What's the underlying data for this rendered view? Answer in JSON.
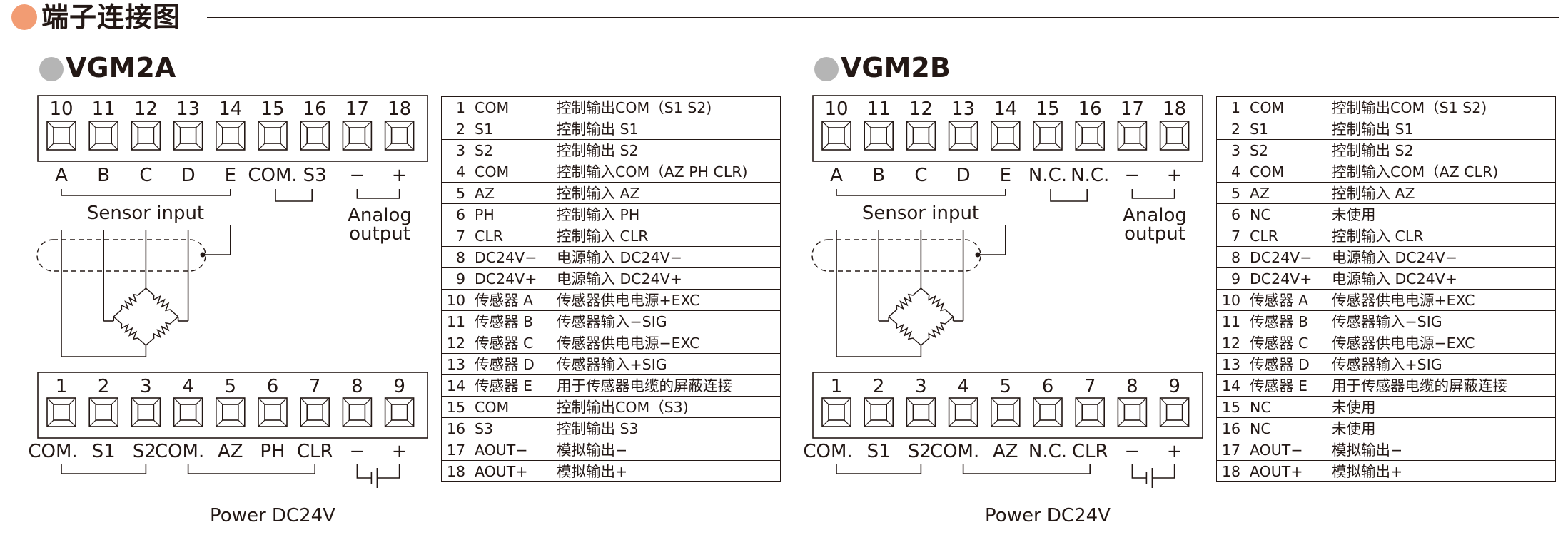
{
  "page": {
    "title": "端子连接图"
  },
  "panels": [
    {
      "model": "VGM2A",
      "top_terminals": [
        "10",
        "11",
        "12",
        "13",
        "14",
        "15",
        "16",
        "17",
        "18"
      ],
      "top_labels": [
        "A",
        "B",
        "C",
        "D",
        "E",
        "COM.",
        "S3",
        "−",
        "+"
      ],
      "sensor_label": "Sensor input",
      "analog_label_1": "Analog",
      "analog_label_2": "output",
      "bottom_terminals": [
        "1",
        "2",
        "3",
        "4",
        "5",
        "6",
        "7",
        "8",
        "9"
      ],
      "bottom_labels": [
        "COM.",
        "S1",
        "S2",
        "COM.",
        "AZ",
        "PH",
        "CLR",
        "−",
        "+"
      ],
      "power_label": "Power DC24V",
      "table": [
        [
          "1",
          "COM",
          "控制输出COM（S1 S2)"
        ],
        [
          "2",
          "S1",
          "控制输出 S1"
        ],
        [
          "3",
          "S2",
          "控制输出 S2"
        ],
        [
          "4",
          "COM",
          "控制输入COM（AZ PH CLR)"
        ],
        [
          "5",
          "AZ",
          "控制输入 AZ"
        ],
        [
          "6",
          "PH",
          "控制输入 PH"
        ],
        [
          "7",
          "CLR",
          "控制输入 CLR"
        ],
        [
          "8",
          "DC24V−",
          "电源输入 DC24V−"
        ],
        [
          "9",
          "DC24V+",
          "电源输入 DC24V+"
        ],
        [
          "10",
          "传感器 A",
          "传感器供电电源+EXC"
        ],
        [
          "11",
          "传感器 B",
          "传感器输入−SIG"
        ],
        [
          "12",
          "传感器 C",
          "传感器供电电源−EXC"
        ],
        [
          "13",
          "传感器 D",
          "传感器输入+SIG"
        ],
        [
          "14",
          "传感器 E",
          "用于传感器电缆的屏蔽连接"
        ],
        [
          "15",
          "COM",
          "控制输出COM（S3)"
        ],
        [
          "16",
          "S3",
          "控制输出 S3"
        ],
        [
          "17",
          "AOUT−",
          "模拟输出−"
        ],
        [
          "18",
          "AOUT+",
          "模拟输出+"
        ]
      ]
    },
    {
      "model": "VGM2B",
      "top_terminals": [
        "10",
        "11",
        "12",
        "13",
        "14",
        "15",
        "16",
        "17",
        "18"
      ],
      "top_labels": [
        "A",
        "B",
        "C",
        "D",
        "E",
        "N.C.",
        "N.C.",
        "−",
        "+"
      ],
      "sensor_label": "Sensor input",
      "analog_label_1": "Analog",
      "analog_label_2": "output",
      "bottom_terminals": [
        "1",
        "2",
        "3",
        "4",
        "5",
        "6",
        "7",
        "8",
        "9"
      ],
      "bottom_labels": [
        "COM.",
        "S1",
        "S2",
        "COM.",
        "AZ",
        "N.C.",
        "CLR",
        "−",
        "+"
      ],
      "power_label": "Power DC24V",
      "table": [
        [
          "1",
          "COM",
          "控制输出COM（S1 S2)"
        ],
        [
          "2",
          "S1",
          "控制输出 S1"
        ],
        [
          "3",
          "S2",
          "控制输出 S2"
        ],
        [
          "4",
          "COM",
          "控制输入COM（AZ CLR)"
        ],
        [
          "5",
          "AZ",
          "控制输入 AZ"
        ],
        [
          "6",
          "NC",
          "未使用"
        ],
        [
          "7",
          "CLR",
          "控制输入 CLR"
        ],
        [
          "8",
          "DC24V−",
          "电源输入 DC24V−"
        ],
        [
          "9",
          "DC24V+",
          "电源输入 DC24V+"
        ],
        [
          "10",
          "传感器 A",
          "传感器供电电源+EXC"
        ],
        [
          "11",
          "传感器 B",
          "传感器输入−SIG"
        ],
        [
          "12",
          "传感器 C",
          "传感器供电电源−EXC"
        ],
        [
          "13",
          "传感器 D",
          "传感器输入+SIG"
        ],
        [
          "14",
          "传感器 E",
          "用于传感器电缆的屏蔽连接"
        ],
        [
          "15",
          "NC",
          "未使用"
        ],
        [
          "16",
          "NC",
          "未使用"
        ],
        [
          "17",
          "AOUT−",
          "模拟输出−"
        ],
        [
          "18",
          "AOUT+",
          "模拟输出+"
        ]
      ]
    }
  ]
}
